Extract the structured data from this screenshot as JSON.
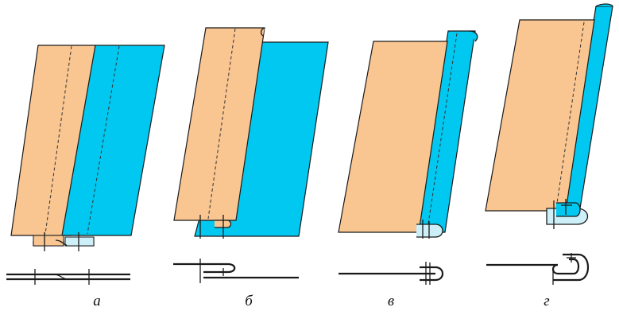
{
  "figure": {
    "colors": {
      "fabric_top": "#F9C591",
      "fabric_bottom": "#00C8F0",
      "fabric_bottom_light": "#CDEFF8",
      "outline": "#1a1a1a",
      "stitch": "#333333"
    },
    "panels": [
      {
        "label": "а"
      },
      {
        "label": "б"
      },
      {
        "label": "в"
      },
      {
        "label": "г"
      }
    ]
  }
}
